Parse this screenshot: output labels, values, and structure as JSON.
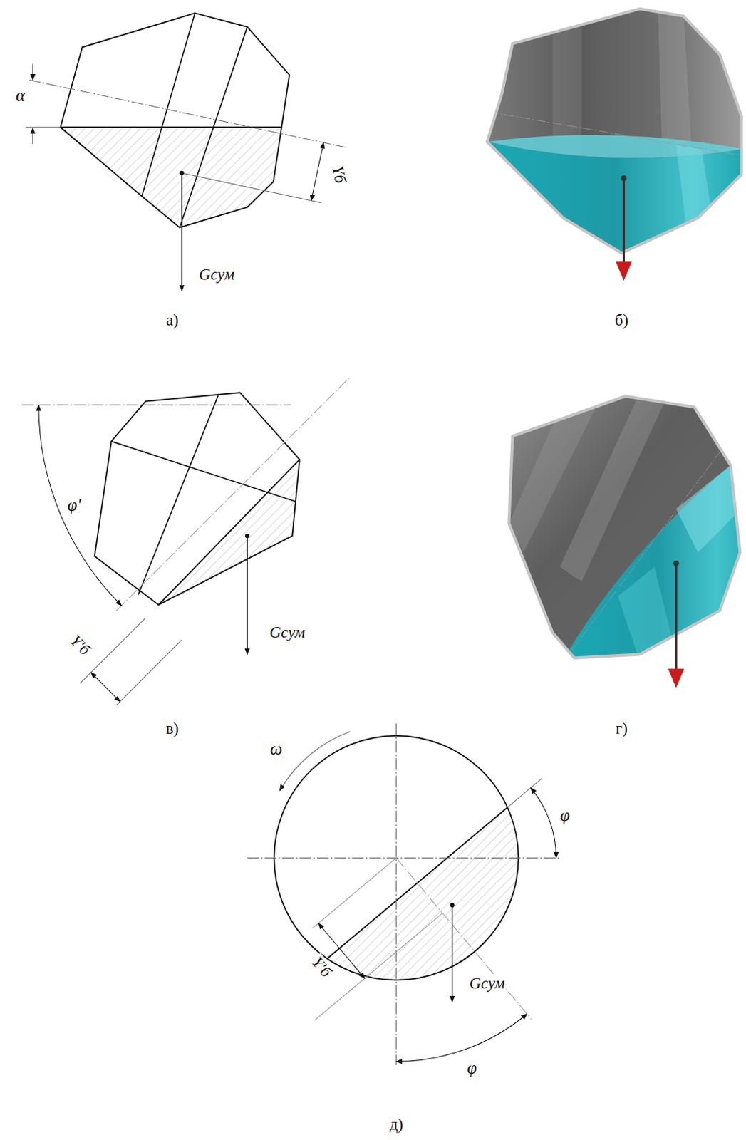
{
  "diagram": {
    "labels": [
      "α",
      "Yб",
      "Gсум",
      "а)",
      "б)",
      "φ'",
      "Y'б",
      "Gсум",
      "в)",
      "г)",
      "ω",
      "φ",
      "Y'б",
      "Gсум",
      "φ",
      "д)"
    ]
  }
}
